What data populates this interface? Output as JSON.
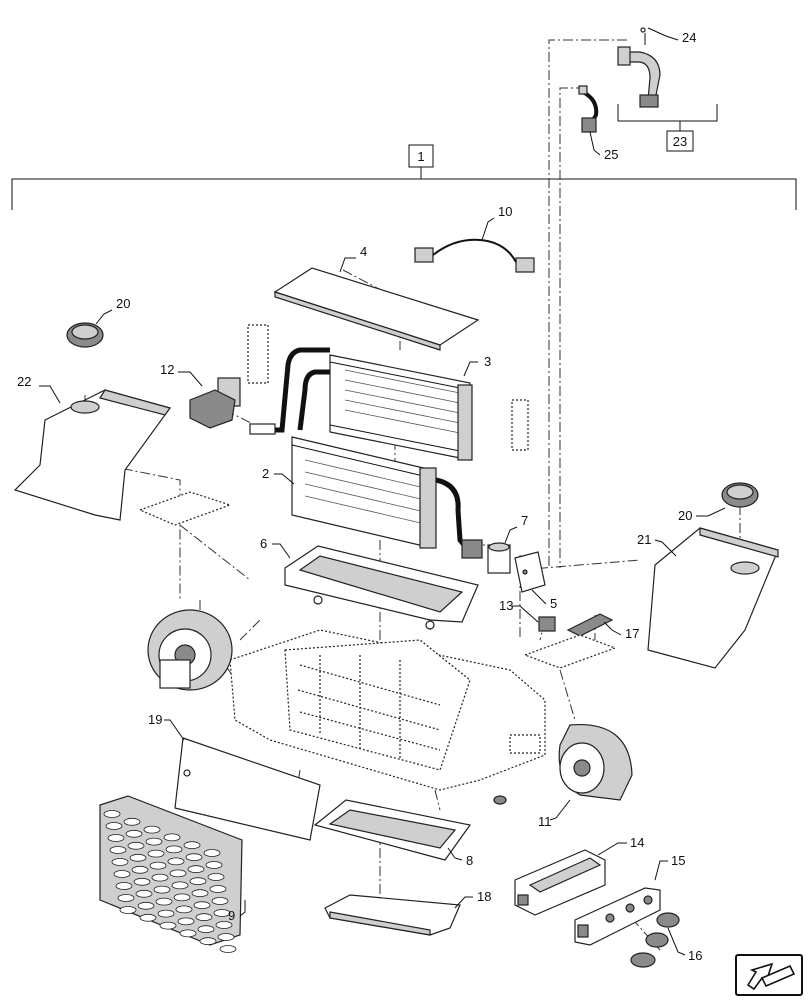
{
  "diagram": {
    "assembly_callout": "1",
    "subassembly_callout": "23",
    "callouts": [
      "2",
      "3",
      "4",
      "5",
      "6",
      "7",
      "8",
      "9",
      "10",
      "11",
      "12",
      "13",
      "14",
      "15",
      "16",
      "17",
      "18",
      "19",
      "20",
      "20",
      "21",
      "22",
      "24",
      "25"
    ],
    "nav_icon": "next-arrow-icon"
  }
}
